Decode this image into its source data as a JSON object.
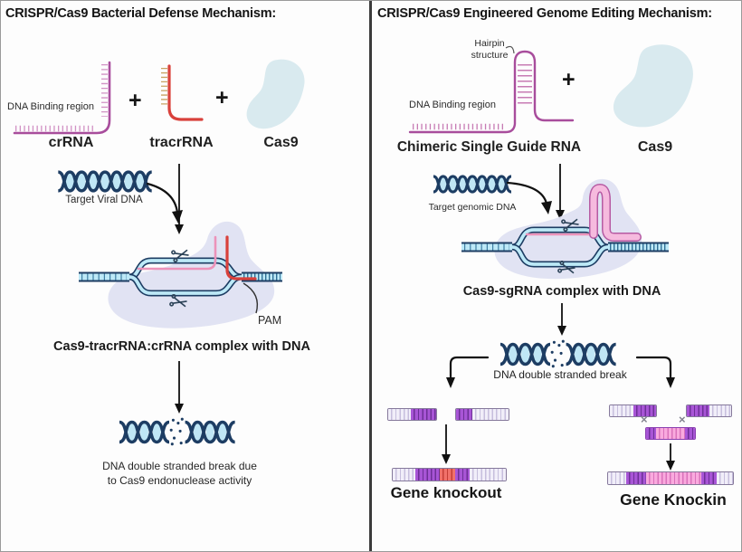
{
  "left": {
    "title": "CRISPR/Cas9 Bacterial Defense Mechanism:",
    "plus": "+",
    "dna_binding_label": "DNA Binding region",
    "crrna_label": "crRNA",
    "tracrrna_label": "tracrRNA",
    "cas9_label": "Cas9",
    "target_dna_label": "Target Viral DNA",
    "pam_label": "PAM",
    "complex_caption": "Cas9-tracrRNA:crRNA complex with DNA",
    "break_caption_1": "DNA double stranded break due",
    "break_caption_2": "to Cas9 endonuclease activity"
  },
  "right": {
    "title": "CRISPR/Cas9 Engineered Genome Editing Mechanism:",
    "plus": "+",
    "hairpin_label_1": "Hairpin",
    "hairpin_label_2": "structure",
    "dna_binding_label": "DNA Binding region",
    "sgrna_label": "Chimeric Single Guide RNA",
    "cas9_label": "Cas9",
    "target_dna_label": "Target genomic DNA",
    "complex_caption": "Cas9-sgRNA complex with DNA",
    "break_caption": "DNA double stranded break",
    "x_mark": "×",
    "knockout_label": "Gene knockout",
    "knockin_label": "Gene Knockin"
  },
  "colors": {
    "crrna": "#a84d9c",
    "tracrrna": "#d9413b",
    "cas9_blob": "#d9eaef",
    "dna_outline": "#1d3d63",
    "dna_fill": "#bfe6f5",
    "complex_blob": "#dfe2f2",
    "sgrna_pink": "#f6bade",
    "fragment_purple": "#a855d6",
    "knockout_red": "#f1716a",
    "knockin_pink": "#f9aade"
  }
}
